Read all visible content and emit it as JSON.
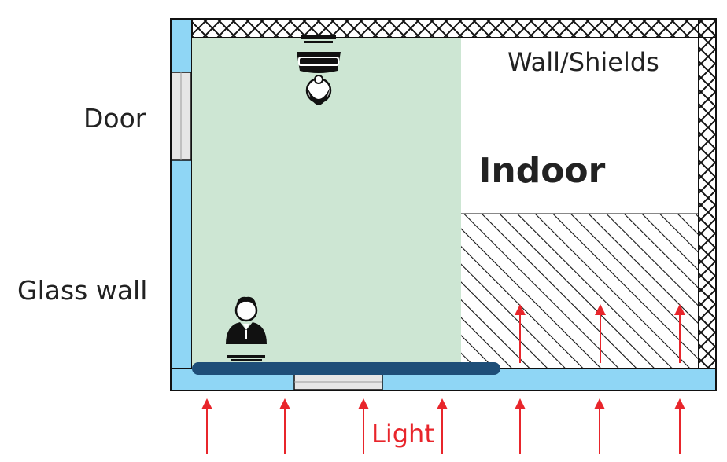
{
  "labels": {
    "door": "Door",
    "glass_wall": "Glass wall",
    "wall_shields": "Wall/Shields",
    "indoor": "Indoor",
    "light": "Light"
  },
  "colors": {
    "glass": "#8fd6f5",
    "green_zone": "#cde6d3",
    "pad": "#1e4e78",
    "arrow": "#e8252b",
    "outline": "#111111",
    "light_label": "#e8252b"
  },
  "icons": {
    "top_person": "person-headset-top-view-icon",
    "bottom_person": "person-at-desk-icon"
  },
  "arrows": {
    "outside_count": 7,
    "inside_count": 3
  }
}
